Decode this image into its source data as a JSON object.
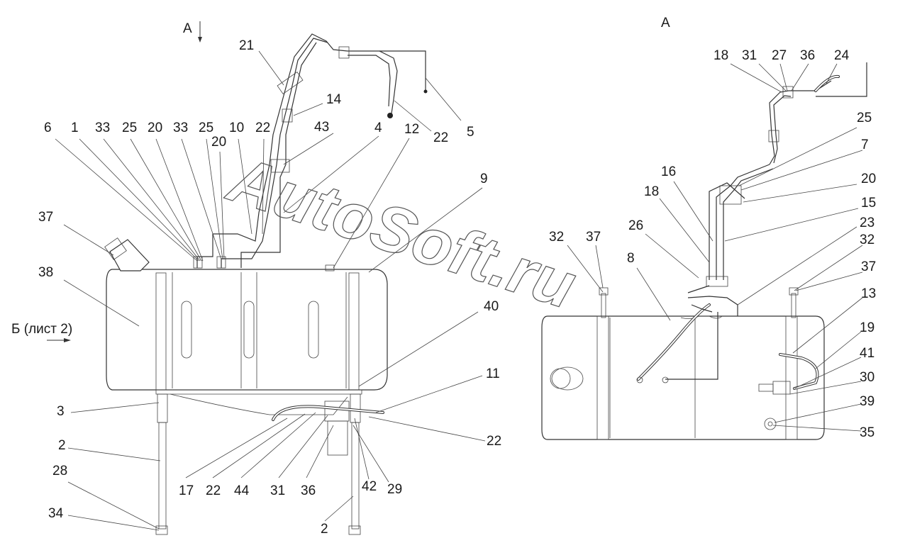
{
  "view_labels": {
    "left_view": "А",
    "right_view": "А",
    "side_ref": "Б (лист 2)"
  },
  "watermark": "AutoSoft.ru",
  "callouts_left": [
    "21",
    "14",
    "43",
    "4",
    "12",
    "22",
    "5",
    "6",
    "1",
    "33",
    "25",
    "20",
    "33",
    "25",
    "20",
    "10",
    "22",
    "9",
    "37",
    "38",
    "40",
    "11",
    "3",
    "22",
    "2",
    "28",
    "34",
    "17",
    "22",
    "44",
    "31",
    "36",
    "42",
    "29",
    "2"
  ],
  "callouts_right": [
    "18",
    "31",
    "27",
    "36",
    "24",
    "25",
    "7",
    "20",
    "15",
    "16",
    "18",
    "23",
    "32",
    "37",
    "26",
    "8",
    "32",
    "37",
    "13",
    "19",
    "41",
    "30",
    "39",
    "35"
  ]
}
